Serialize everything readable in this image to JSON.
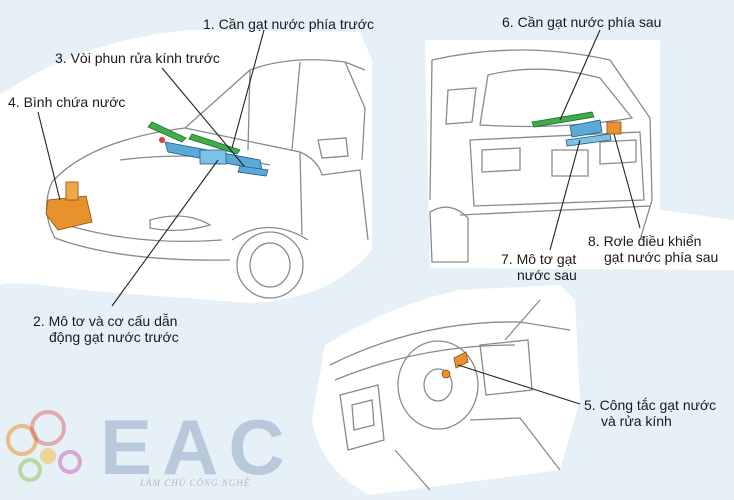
{
  "labels": {
    "l1": "1. Cần gạt nước phía trước",
    "l2_line1": "2. Mô tơ và cơ cấu dẫn",
    "l2_line2": "động gạt nước trước",
    "l3": "3. Vòi phun rửa kính trước",
    "l4": "4. Bình chứa nước",
    "l5_line1": "5. Công tắc gạt nước",
    "l5_line2": "và rửa kính",
    "l6": "6. Cần gạt nước phía sau",
    "l7_line1": "7. Mô tơ gạt",
    "l7_line2": "nước sau",
    "l8_line1": "8. Rơle điều khiển",
    "l8_line2": "gạt nước phía sau"
  },
  "logo": {
    "text": "EAC",
    "tagline": "LÀM CHỦ CÔNG NGHỆ"
  },
  "colors": {
    "background": "#e6f0f7",
    "panel": "#ffffff",
    "outline": "#8a8a8a",
    "wiper_green": "#3fae4a",
    "motor_blue": "#5aa9d6",
    "reservoir_orange": "#e8922e",
    "leader_line": "#222222"
  }
}
